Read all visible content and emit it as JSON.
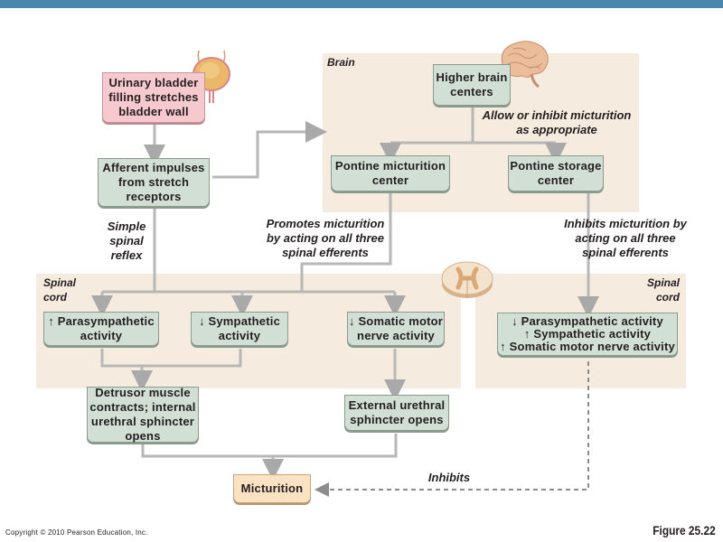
{
  "header": {
    "accent_color": "#4a86ad"
  },
  "regions": {
    "brain": {
      "label": "Brain"
    },
    "spinal_cord_left": {
      "label": "Spinal cord"
    },
    "spinal_cord_right": {
      "label": "Spinal cord"
    }
  },
  "boxes": {
    "bladder": {
      "text": "Urinary bladder filling stretches bladder wall"
    },
    "afferent": {
      "text": "Afferent impulses from stretch receptors"
    },
    "higher_brain": {
      "text": "Higher brain centers"
    },
    "pontine_micturition": {
      "text": "Pontine micturition center"
    },
    "pontine_storage": {
      "text": "Pontine storage center"
    },
    "parasympathetic_up": {
      "arrow": "↑",
      "text": "Parasympathetic activity"
    },
    "sympathetic_down": {
      "arrow": "↓",
      "text": "Sympathetic activity"
    },
    "somatic_down": {
      "arrow": "↓",
      "text": "Somatic motor nerve activity"
    },
    "storage_effects": {
      "lines": [
        {
          "arrow": "↓",
          "text": "Parasympathetic activity"
        },
        {
          "arrow": "↑",
          "text": "Sympathetic activity"
        },
        {
          "arrow": "↑",
          "text": "Somatic motor nerve activity"
        }
      ]
    },
    "detrusor": {
      "text": "Detrusor muscle contracts; internal urethral sphincter opens"
    },
    "external_sphincter": {
      "text": "External urethral sphincter opens"
    },
    "micturition": {
      "text": "Micturition"
    }
  },
  "labels": {
    "allow_inhibit": "Allow or inhibit micturition as appropriate",
    "simple_reflex": "Simple spinal reflex",
    "promotes": "Promotes micturition by acting on all three spinal efferents",
    "inhibits_efferents": "Inhibits micturition by acting on all three spinal efferents",
    "inhibits": "Inhibits"
  },
  "illustrations": {
    "bladder": "urinary-bladder-illustration",
    "brain": "brain-illustration",
    "spinal_cord": "spinal-cord-cross-section-illustration"
  },
  "footer": {
    "copyright": "Copyright © 2010 Pearson Education, Inc.",
    "figure": "Figure 25.22"
  }
}
